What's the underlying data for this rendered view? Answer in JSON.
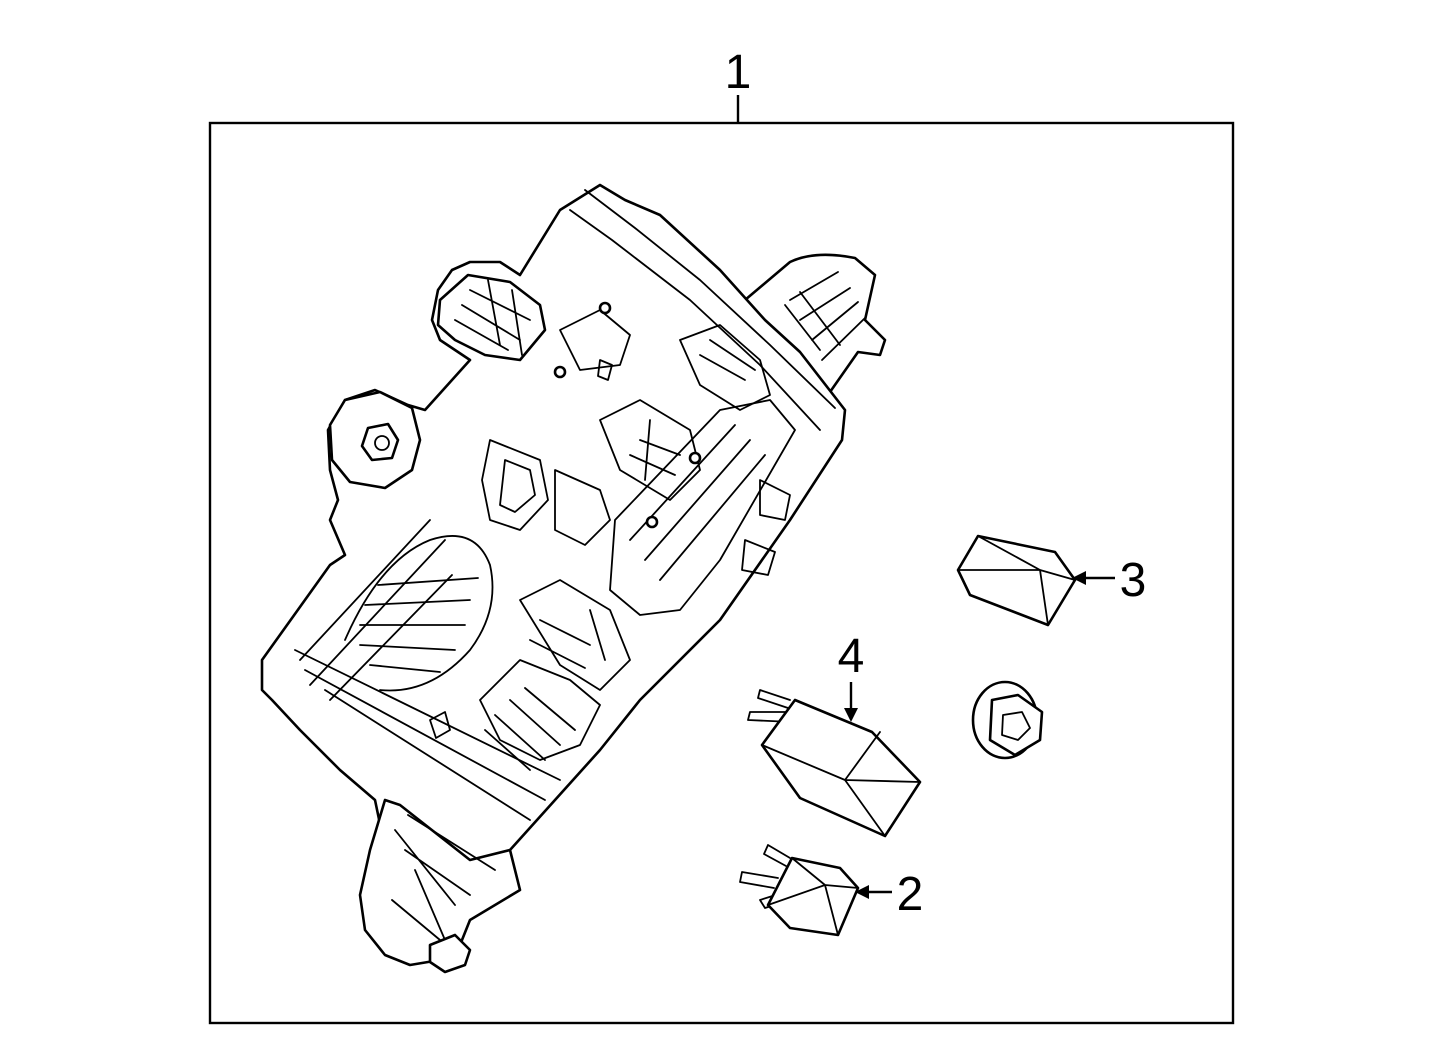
{
  "callouts": {
    "main_assembly": "1",
    "small_relay": "2",
    "mini_relay": "3",
    "relay": "4"
  }
}
